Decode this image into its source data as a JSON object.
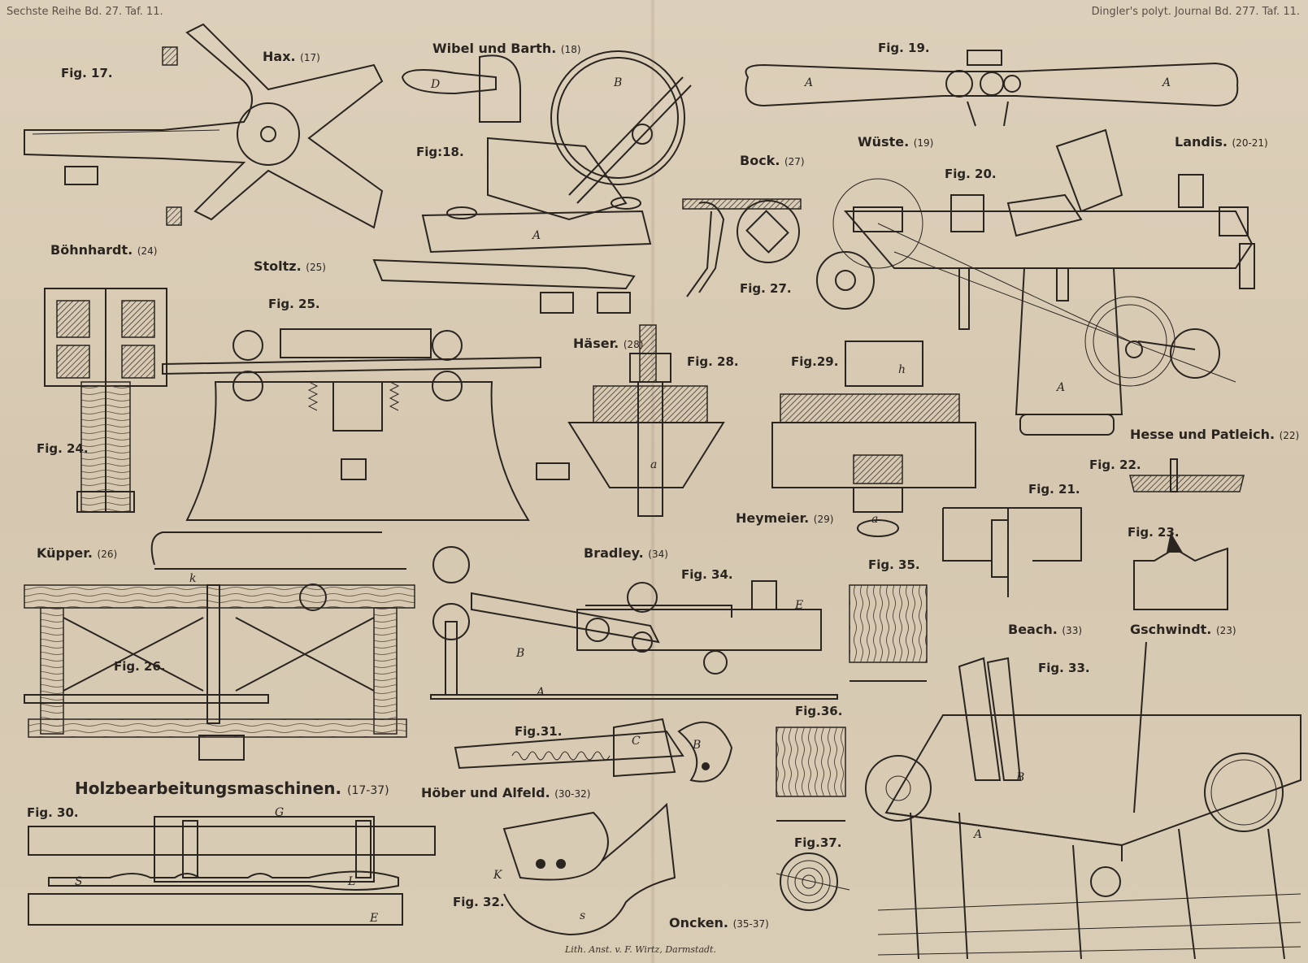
{
  "header": {
    "left": "Sechste Reihe Bd. 27. Taf. 11.",
    "right": "Dingler's polyt. Journal Bd. 277. Taf. 11."
  },
  "title": {
    "main": "Holzbearbeitungsmaschinen.",
    "range": "(17-37)"
  },
  "footer": "Lith. Anst. v. F. Wirtz, Darmstadt.",
  "figures": {
    "f17": "Fig. 17.",
    "f18": "Fig:18.",
    "f19": "Fig. 19.",
    "f20": "Fig. 20.",
    "f21": "Fig. 21.",
    "f22": "Fig. 22.",
    "f23": "Fig. 23.",
    "f24": "Fig. 24.",
    "f25": "Fig. 25.",
    "f26": "Fig. 26.",
    "f27": "Fig. 27.",
    "f28": "Fig. 28.",
    "f29": "Fig.29.",
    "f30": "Fig. 30.",
    "f31": "Fig.31.",
    "f32": "Fig. 32.",
    "f33": "Fig. 33.",
    "f34": "Fig. 34.",
    "f35": "Fig. 35.",
    "f36": "Fig.36.",
    "f37": "Fig.37."
  },
  "makers": {
    "hax": {
      "name": "Hax.",
      "ref": "(17)"
    },
    "wibel": {
      "name": "Wibel und Barth.",
      "ref": "(18)"
    },
    "wuste": {
      "name": "Wüste.",
      "ref": "(19)"
    },
    "landis": {
      "name": "Landis.",
      "ref": "(20-21)"
    },
    "bock": {
      "name": "Bock.",
      "ref": "(27)"
    },
    "bohnhardt": {
      "name": "Böhnhardt.",
      "ref": "(24)"
    },
    "stoltz": {
      "name": "Stoltz.",
      "ref": "(25)"
    },
    "haser": {
      "name": "Häser.",
      "ref": "(28)"
    },
    "heymeier": {
      "name": "Heymeier.",
      "ref": "(29)"
    },
    "hesse": {
      "name": "Hesse und Patleich.",
      "ref": "(22)"
    },
    "kupper": {
      "name": "Küpper.",
      "ref": "(26)"
    },
    "bradley": {
      "name": "Bradley.",
      "ref": "(34)"
    },
    "beach": {
      "name": "Beach.",
      "ref": "(33)"
    },
    "gschwindt": {
      "name": "Gschwindt.",
      "ref": "(23)"
    },
    "hober": {
      "name": "Höber und Alfeld.",
      "ref": "(30-32)"
    },
    "oncken": {
      "name": "Oncken.",
      "ref": "(35-37)"
    }
  },
  "letters": {
    "fig19_A": "A",
    "fig20_A": "A",
    "fig18_A": "A",
    "fig18_D": "D",
    "fig18_B": "B",
    "fig30_E": "E",
    "fig30_G": "G",
    "fig30_L": "L",
    "fig30_S": "S",
    "fig31_C": "C",
    "fig31_B": "B",
    "fig32_s": "s",
    "fig32_K": "K",
    "fig34_A": "A",
    "fig34_B": "B",
    "fig34_E": "E",
    "fig33_A": "A",
    "fig33_B": "B",
    "fig26_k": "k",
    "fig28_a": "a",
    "fig29_h": "h",
    "fig29_a": "a"
  },
  "colors": {
    "paper": "#d8cab3",
    "ink": "#2a2520"
  }
}
